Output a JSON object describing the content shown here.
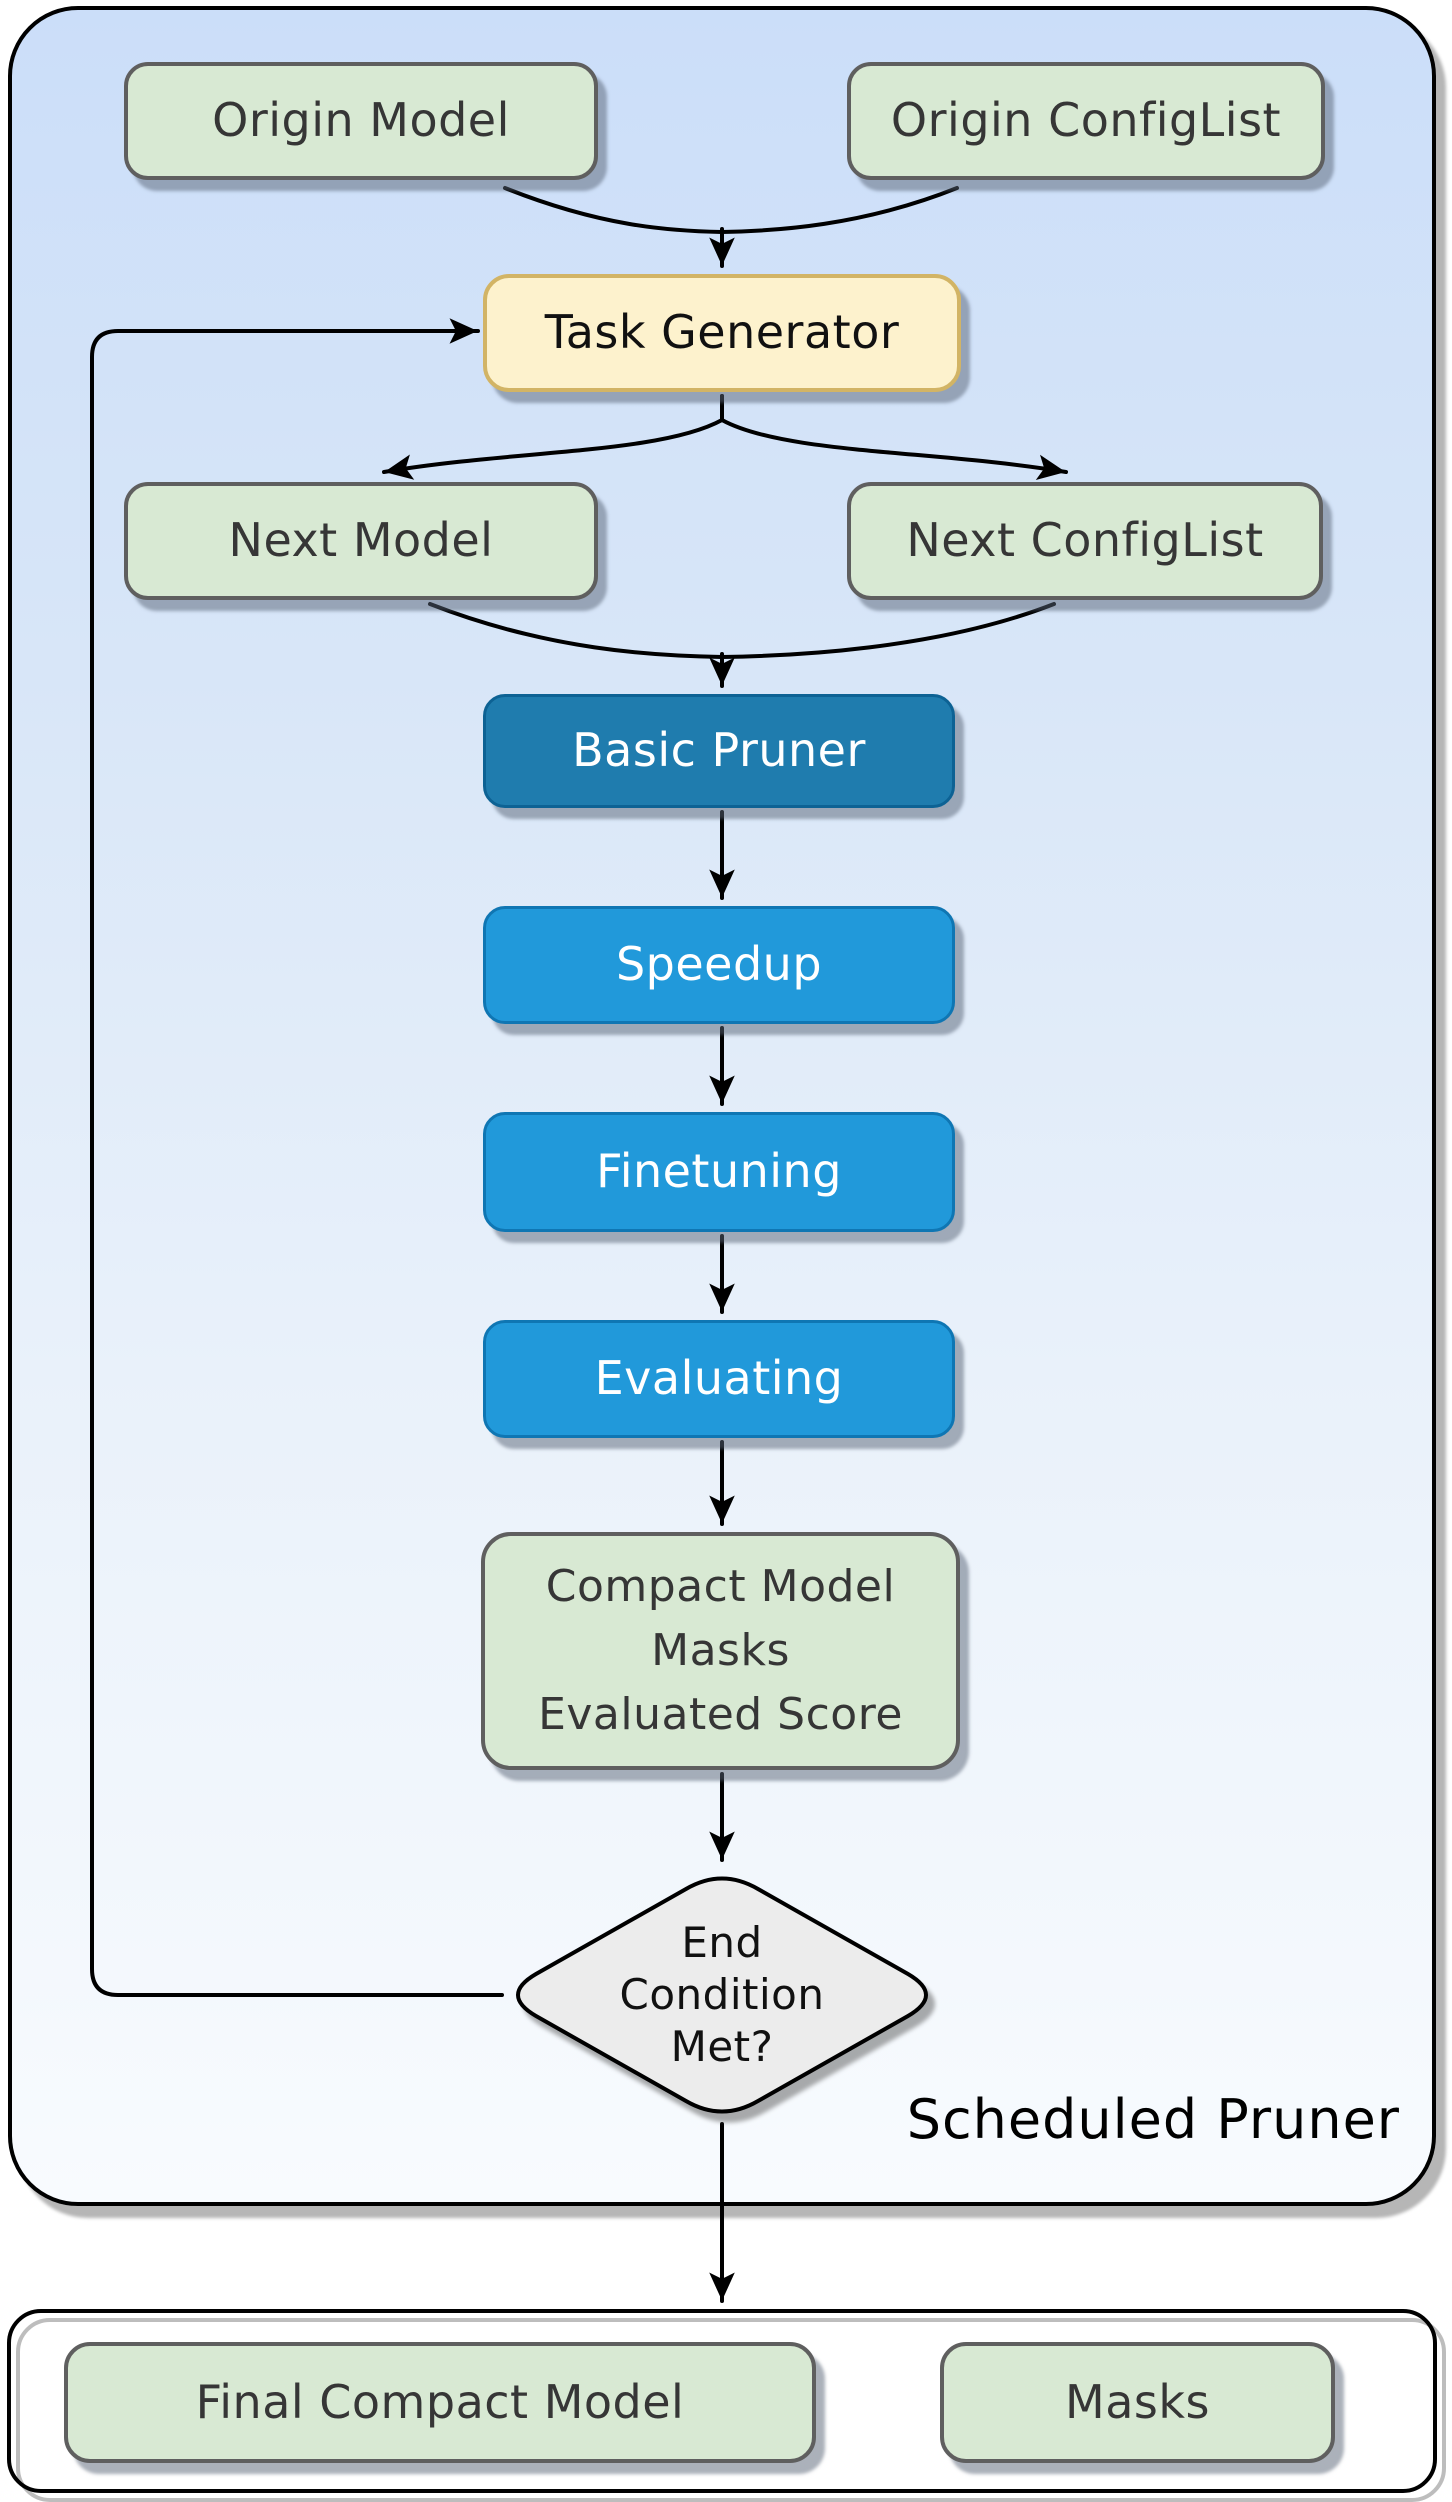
{
  "diagram": {
    "container_label": "Scheduled Pruner",
    "nodes": {
      "origin_model": {
        "label": "Origin Model"
      },
      "origin_configlist": {
        "label": "Origin ConfigList"
      },
      "task_generator": {
        "label": "Task Generator"
      },
      "next_model": {
        "label": "Next Model"
      },
      "next_configlist": {
        "label": "Next ConfigList"
      },
      "basic_pruner": {
        "label": "Basic Pruner"
      },
      "speedup": {
        "label": "Speedup"
      },
      "finetuning": {
        "label": "Finetuning"
      },
      "evaluating": {
        "label": "Evaluating"
      },
      "iteration_outputs": {
        "lines": [
          "Compact Model",
          "Masks",
          "Evaluated Score"
        ]
      },
      "end_condition": {
        "lines": [
          "End",
          "Condition",
          "Met?"
        ]
      },
      "final_compact_model": {
        "label": "Final Compact Model"
      },
      "final_masks": {
        "label": "Masks"
      }
    },
    "edges": [
      {
        "from": "Origin Model",
        "to": "Task Generator"
      },
      {
        "from": "Origin ConfigList",
        "to": "Task Generator"
      },
      {
        "from": "Task Generator",
        "to": "Next Model"
      },
      {
        "from": "Task Generator",
        "to": "Next ConfigList"
      },
      {
        "from": "Next Model",
        "to": "Basic Pruner"
      },
      {
        "from": "Next ConfigList",
        "to": "Basic Pruner"
      },
      {
        "from": "Basic Pruner",
        "to": "Speedup"
      },
      {
        "from": "Speedup",
        "to": "Finetuning"
      },
      {
        "from": "Finetuning",
        "to": "Evaluating"
      },
      {
        "from": "Evaluating",
        "to": "Compact Model / Masks / Evaluated Score"
      },
      {
        "from": "Compact Model / Masks / Evaluated Score",
        "to": "End Condition Met?"
      },
      {
        "from": "End Condition Met?",
        "to": "Task Generator"
      },
      {
        "from": "End Condition Met?",
        "to": "Final Compact Model / Masks"
      }
    ],
    "colors": {
      "green-fill": "#d8e9d3",
      "green-border": "#5f5f5f",
      "yellow-fill": "#fdf2cd",
      "yellow-border": "#d2b465",
      "blue-fill": "#2199da",
      "blue-border": "#0f76b3",
      "blue-dark-fill": "#1f7cae",
      "blue-dark-border": "#0d6294",
      "diamond-fill": "#ececec",
      "diamond-border": "#000000",
      "arrow": "#000000",
      "container-top": "#cbdef9",
      "container-bottom": "#f8fbfe",
      "text-dark": "#363636",
      "text-light": "#ffffff"
    }
  }
}
